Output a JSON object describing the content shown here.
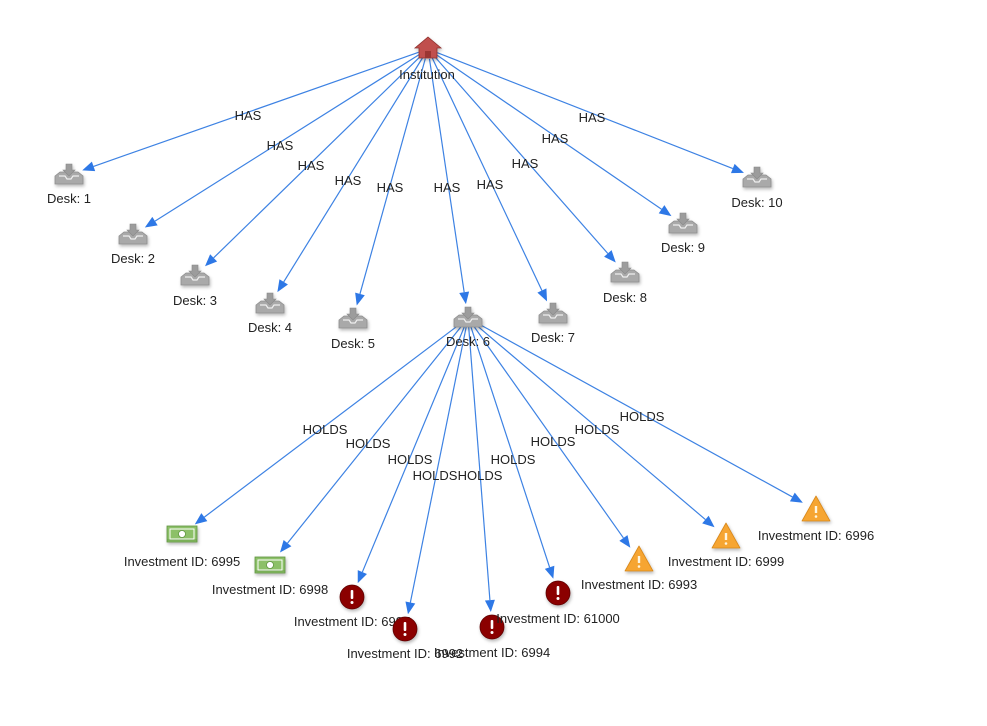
{
  "colors": {
    "edge": "#3d82e3",
    "root_icon": "#c0504d",
    "desk_icon": "#a9a9a9",
    "cash_icon": "#8cc068",
    "alert_icon": "#8b0000",
    "warning_icon": "#f6a530"
  },
  "graph": {
    "nodes": [
      {
        "id": "institution",
        "label": "Institution",
        "icon": "home-icon"
      },
      {
        "id": "desk1",
        "label": "Desk: 1",
        "icon": "inbox-icon"
      },
      {
        "id": "desk2",
        "label": "Desk: 2",
        "icon": "inbox-icon"
      },
      {
        "id": "desk3",
        "label": "Desk: 3",
        "icon": "inbox-icon"
      },
      {
        "id": "desk4",
        "label": "Desk: 4",
        "icon": "inbox-icon"
      },
      {
        "id": "desk5",
        "label": "Desk: 5",
        "icon": "inbox-icon"
      },
      {
        "id": "desk6",
        "label": "Desk: 6",
        "icon": "inbox-icon"
      },
      {
        "id": "desk7",
        "label": "Desk: 7",
        "icon": "inbox-icon"
      },
      {
        "id": "desk8",
        "label": "Desk: 8",
        "icon": "inbox-icon"
      },
      {
        "id": "desk9",
        "label": "Desk: 9",
        "icon": "inbox-icon"
      },
      {
        "id": "desk10",
        "label": "Desk: 10",
        "icon": "inbox-icon"
      },
      {
        "id": "inv6995",
        "label": "Investment ID: 6995",
        "icon": "cash-icon"
      },
      {
        "id": "inv6998",
        "label": "Investment ID: 6998",
        "icon": "cash-icon"
      },
      {
        "id": "inv6997",
        "label": "Investment ID: 6997",
        "icon": "alert-icon"
      },
      {
        "id": "inv6992",
        "label": "Investment ID: 6992",
        "icon": "alert-icon"
      },
      {
        "id": "inv6994",
        "label": "Investment ID: 6994",
        "icon": "alert-icon"
      },
      {
        "id": "inv61000",
        "label": "Investment ID: 61000",
        "icon": "alert-icon"
      },
      {
        "id": "inv6993",
        "label": "Investment ID: 6993",
        "icon": "warning-icon"
      },
      {
        "id": "inv6999",
        "label": "Investment ID: 6999",
        "icon": "warning-icon"
      },
      {
        "id": "inv6996",
        "label": "Investment ID: 6996",
        "icon": "warning-icon"
      }
    ],
    "edges": [
      {
        "from": "institution",
        "to": "desk1",
        "label": "HAS"
      },
      {
        "from": "institution",
        "to": "desk2",
        "label": "HAS"
      },
      {
        "from": "institution",
        "to": "desk3",
        "label": "HAS"
      },
      {
        "from": "institution",
        "to": "desk4",
        "label": "HAS"
      },
      {
        "from": "institution",
        "to": "desk5",
        "label": "HAS"
      },
      {
        "from": "institution",
        "to": "desk6",
        "label": "HAS"
      },
      {
        "from": "institution",
        "to": "desk7",
        "label": "HAS"
      },
      {
        "from": "institution",
        "to": "desk8",
        "label": "HAS"
      },
      {
        "from": "institution",
        "to": "desk9",
        "label": "HAS"
      },
      {
        "from": "institution",
        "to": "desk10",
        "label": "HAS"
      },
      {
        "from": "desk6",
        "to": "inv6995",
        "label": "HOLDS"
      },
      {
        "from": "desk6",
        "to": "inv6998",
        "label": "HOLDS"
      },
      {
        "from": "desk6",
        "to": "inv6997",
        "label": "HOLDS"
      },
      {
        "from": "desk6",
        "to": "inv6992",
        "label": "HOLDS"
      },
      {
        "from": "desk6",
        "to": "inv6994",
        "label": "HOLDS"
      },
      {
        "from": "desk6",
        "to": "inv61000",
        "label": "HOLDS"
      },
      {
        "from": "desk6",
        "to": "inv6993",
        "label": "HOLDS"
      },
      {
        "from": "desk6",
        "to": "inv6999",
        "label": "HOLDS"
      },
      {
        "from": "desk6",
        "to": "inv6996",
        "label": "HOLDS"
      }
    ]
  }
}
